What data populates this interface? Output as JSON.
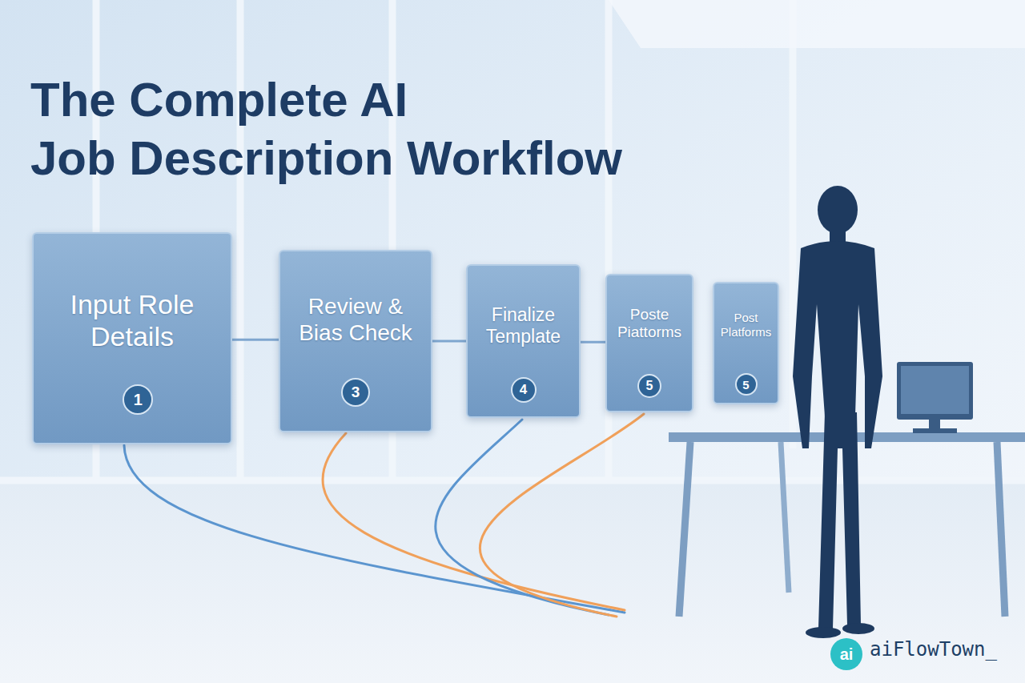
{
  "diagram": {
    "title": "The Complete AI Job Description Workflow",
    "nodes": [
      {
        "text": [
          "Input Role Details"
        ]
      },
      {
        "text": [
          "1"
        ],
        "in": 0
      },
      {
        "text": [
          "Review & Bias Check"
        ]
      },
      {
        "text": [
          "3"
        ],
        "in": 2
      },
      {
        "text": [
          "Finalize Template"
        ]
      },
      {
        "text": [
          "4"
        ],
        "in": 4
      },
      {
        "text": [
          "Poste Piattorms"
        ]
      },
      {
        "text": [
          "5"
        ],
        "in": 6
      },
      {
        "text": [
          "Post Platforms"
        ]
      },
      {
        "text": [
          "5"
        ],
        "in": 8
      },
      {
        "text": [
          "ai"
        ]
      }
    ],
    "edges": [
      {
        "from": 0,
        "to": 2,
        "arrow": "none"
      },
      {
        "from": 2,
        "to": 4,
        "arrow": "none"
      },
      {
        "from": 4,
        "to": 6,
        "arrow": "none"
      }
    ],
    "labels": [
      "aiFlowTown_"
    ]
  }
}
